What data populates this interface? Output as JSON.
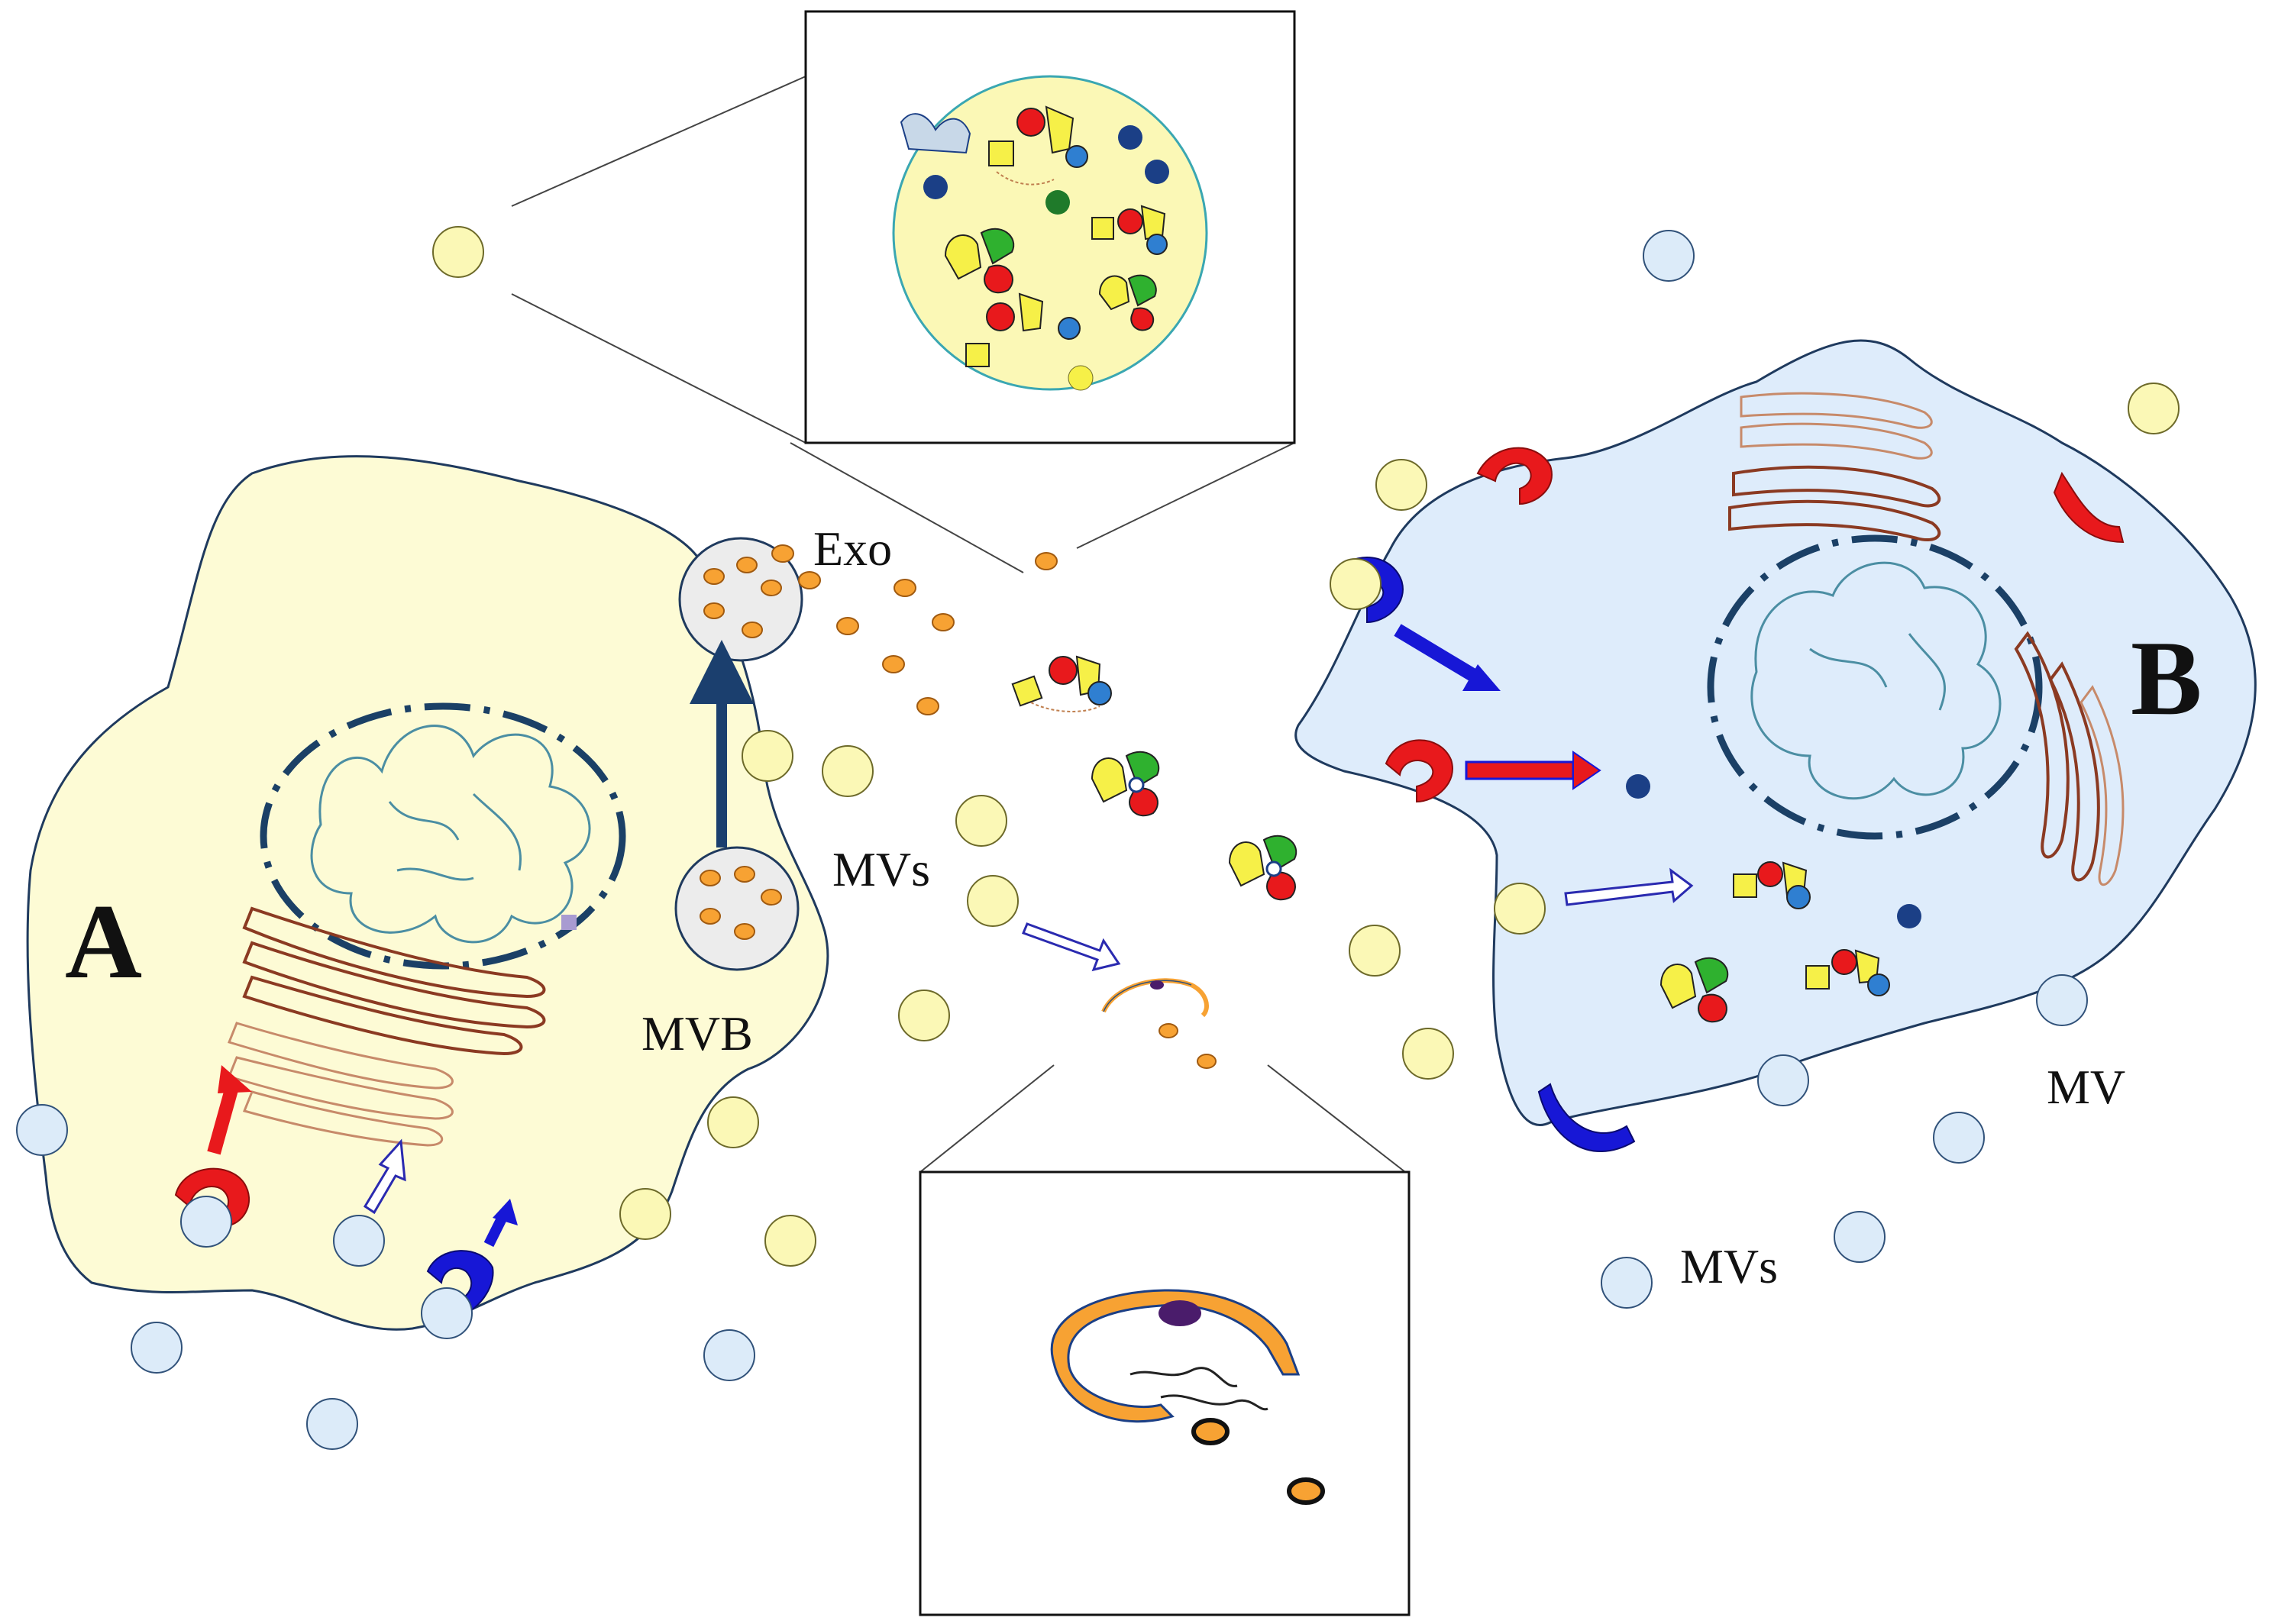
{
  "labels": {
    "cell_a": "A",
    "cell_b": "B",
    "exo": "Exo",
    "mvs_center": "MVs",
    "mvb": "MVB",
    "mv_right": "MV",
    "mvs_right": "MVs"
  },
  "colors": {
    "cell_a_fill": "#fdfbd5",
    "cell_b_fill": "#deecfb",
    "cell_outline": "#1f3a5e",
    "vesicle_yellow": "#fbf8b6",
    "vesicle_blue": "#dcebf9",
    "exosome_orange": "#f7a233",
    "nucleus_border": "#1b4066",
    "golgi_dark": "#8b3a22",
    "golgi_light": "#c78a6a",
    "receptor_red": "#e8191c",
    "receptor_blue": "#1717d6",
    "arrow_navy": "#1b3f6e"
  },
  "icons": {
    "receptor": "receptor-icon",
    "exosome": "exosome-icon",
    "microvesicle": "microvesicle-icon",
    "cargo": "cargo-complex-icon",
    "dna": "dna-fragment-icon"
  }
}
